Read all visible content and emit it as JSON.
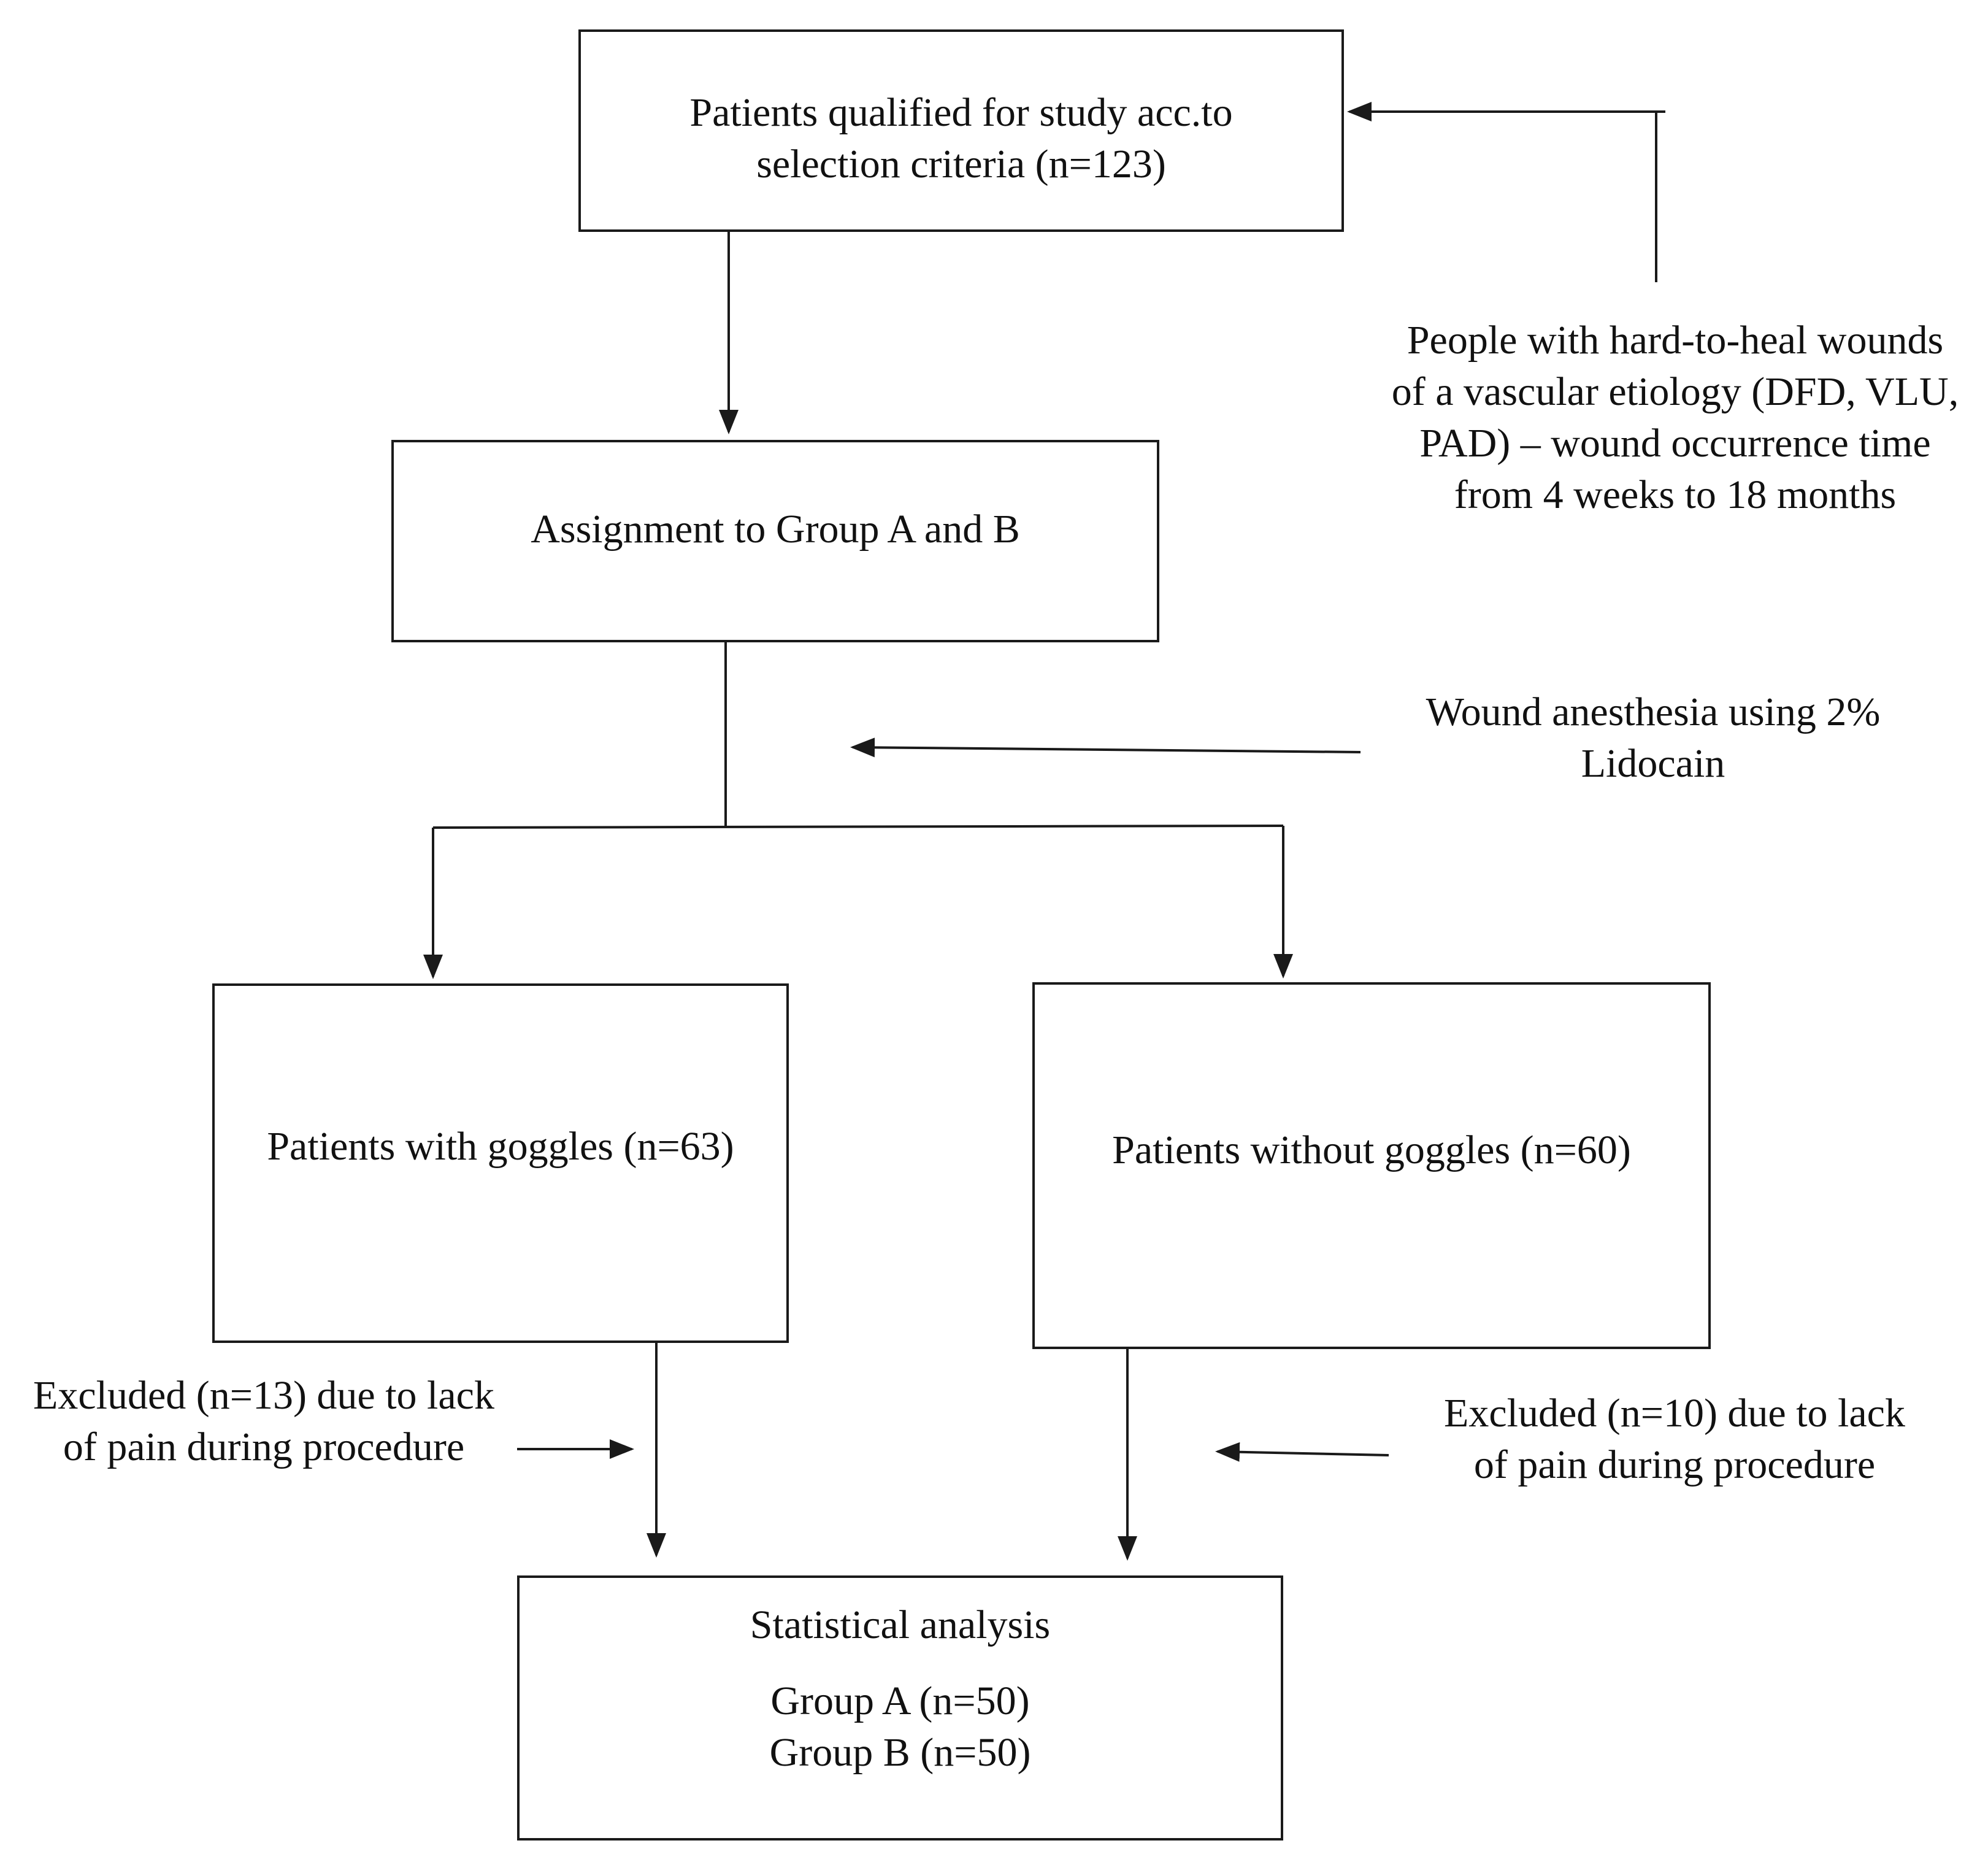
{
  "nodes": {
    "qualified": {
      "lines": [
        "Patients qualified for study acc.to",
        "selection criteria (n=123)"
      ]
    },
    "assignment": {
      "lines": [
        "Assignment to Group A and B"
      ]
    },
    "with_goggles": {
      "lines": [
        "Patients with goggles (n=63)"
      ]
    },
    "without_goggles": {
      "lines": [
        "Patients without goggles (n=60)"
      ]
    },
    "analysis": {
      "title": "Statistical analysis",
      "groups": [
        "Group A (n=50)",
        "Group B (n=50)"
      ]
    }
  },
  "notes": {
    "people": [
      "People with hard-to-heal wounds",
      "of a vascular etiology (DFD, VLU,",
      "PAD) – wound occurrence time",
      "from 4 weeks to 18 months"
    ],
    "anesthesia": [
      "Wound anesthesia using 2%",
      "Lidocain"
    ],
    "excluded_a": [
      "Excluded (n=13) due to lack",
      "of pain during procedure"
    ],
    "excluded_b": [
      "Excluded (n=10) due to lack",
      "of pain during procedure"
    ]
  }
}
